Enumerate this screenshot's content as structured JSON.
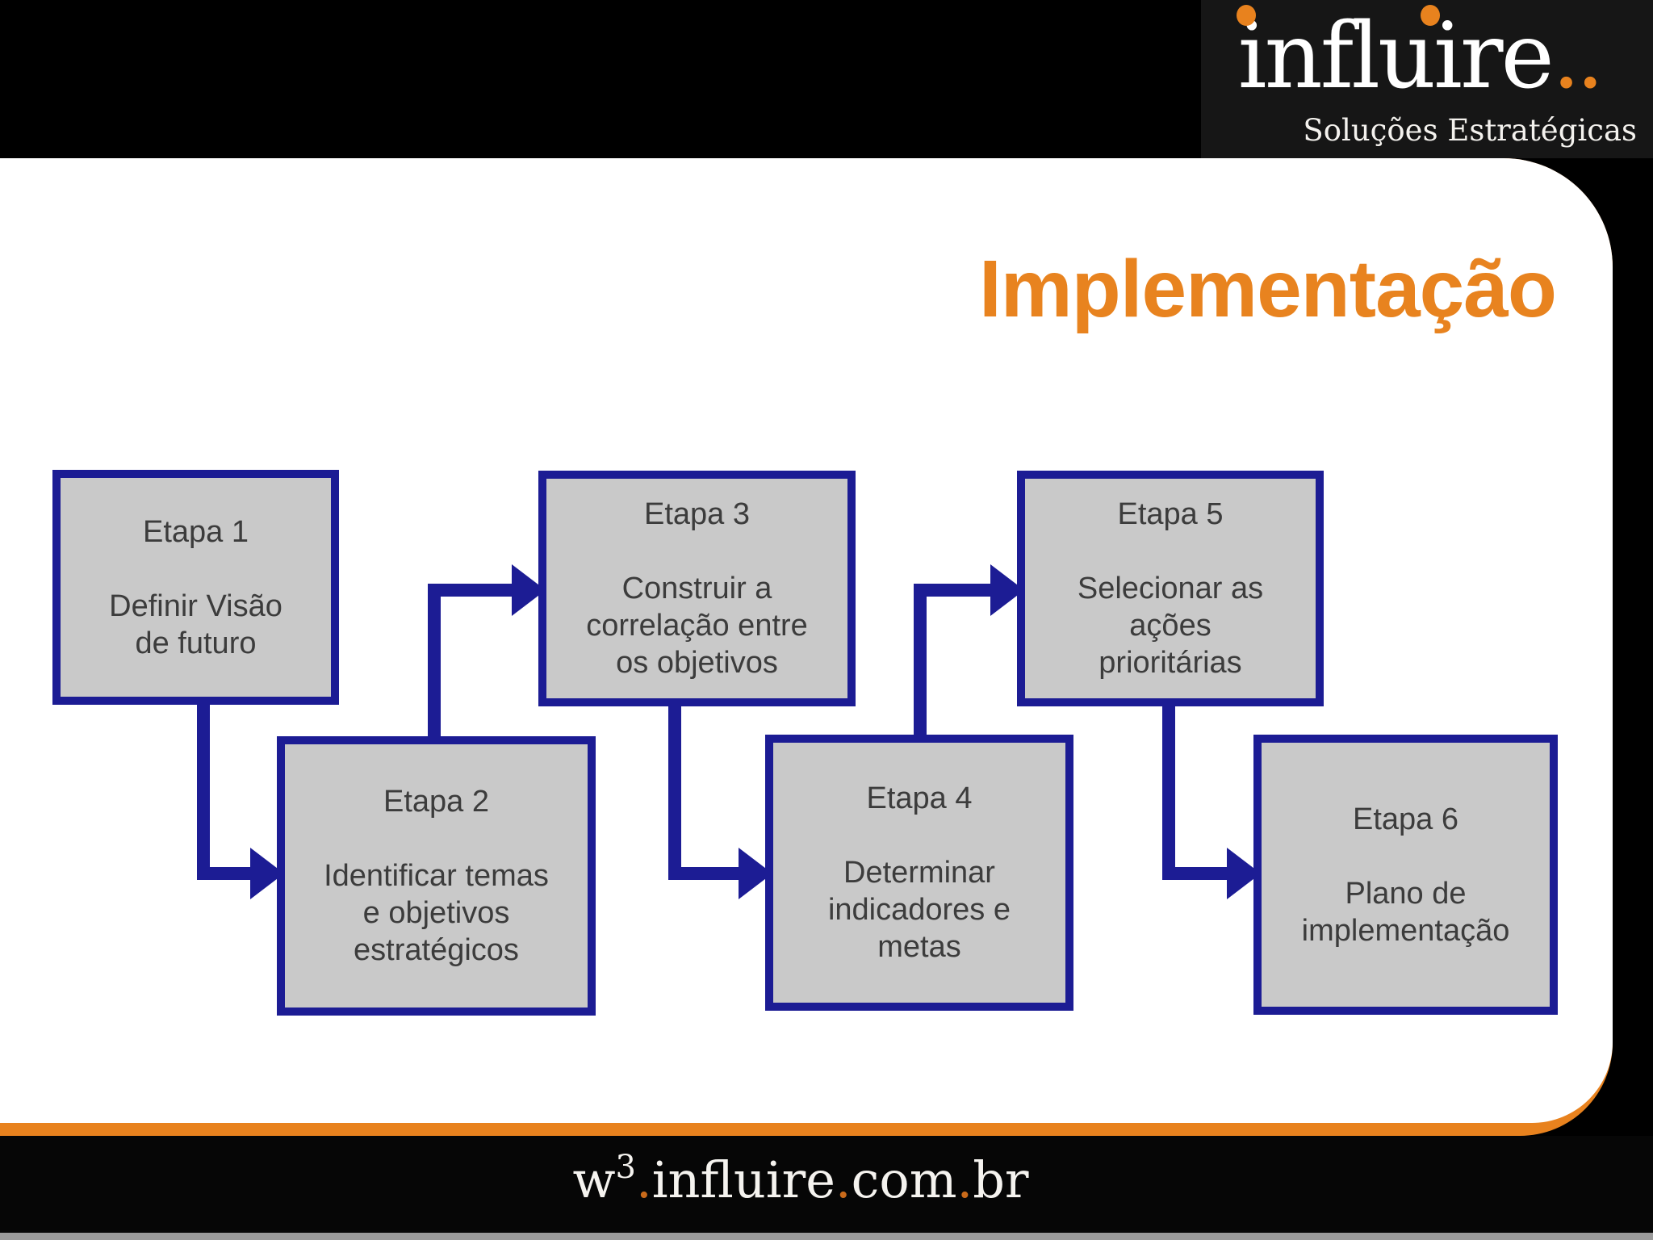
{
  "colors": {
    "accent_orange": "#e8821e",
    "node_border_navy": "#1c1c94",
    "node_fill_gray": "#c9c9c9",
    "background_black": "#000000",
    "panel_white": "#ffffff"
  },
  "header": {
    "logo_text": "influire",
    "logo_dots": "..",
    "tagline": "Soluções Estratégicas"
  },
  "slide": {
    "title": "Implementação"
  },
  "flowchart": {
    "steps": [
      {
        "title": "Etapa 1",
        "lines": [
          "Definir Visão",
          "de futuro"
        ]
      },
      {
        "title": "Etapa 2",
        "lines": [
          "Identificar temas",
          "e objetivos",
          "estratégicos"
        ]
      },
      {
        "title": "Etapa 3",
        "lines": [
          "Construir a",
          "correlação entre",
          "os objetivos"
        ]
      },
      {
        "title": "Etapa 4",
        "lines": [
          "Determinar",
          "indicadores e",
          "metas"
        ]
      },
      {
        "title": "Etapa 5",
        "lines": [
          "Selecionar as",
          "ações",
          "prioritárias"
        ]
      },
      {
        "title": "Etapa 6",
        "lines": [
          "Plano de",
          "implementação"
        ]
      }
    ]
  },
  "footer": {
    "url_segments": [
      {
        "text": "w"
      },
      {
        "text": "3"
      },
      {
        "text": "."
      },
      {
        "text": "influire"
      },
      {
        "text": "."
      },
      {
        "text": "com"
      },
      {
        "text": "."
      },
      {
        "text": "br"
      }
    ]
  }
}
